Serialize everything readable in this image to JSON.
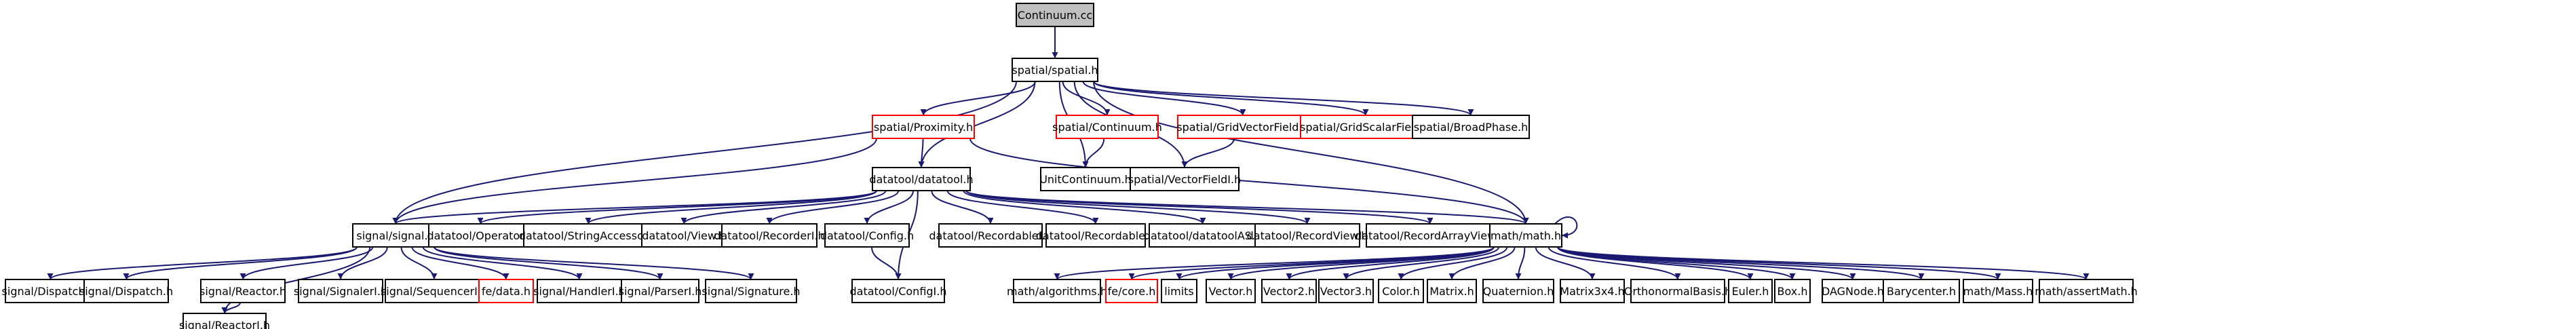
{
  "graph": {
    "edge_color": "#191970",
    "missing_border_color": "#ff0000",
    "root_fill": "#bfbfbf",
    "nodes": [
      {
        "id": "continuum_cc",
        "label": "Continuum.cc",
        "root": true
      },
      {
        "id": "spatial_h",
        "label": "spatial/spatial.h"
      },
      {
        "id": "proximity_h",
        "label": "spatial/Proximity.h",
        "missing": true
      },
      {
        "id": "sp_continuum_h",
        "label": "spatial/Continuum.h",
        "missing": true
      },
      {
        "id": "gridvector_h",
        "label": "spatial/GridVectorField.h",
        "missing": true
      },
      {
        "id": "gridscalar_h",
        "label": "spatial/GridScalarField.h",
        "missing": true
      },
      {
        "id": "broadphase_h",
        "label": "spatial/BroadPhase.h"
      },
      {
        "id": "datatool_h",
        "label": "datatool/datatool.h"
      },
      {
        "id": "unitcontinuum_h",
        "label": "UnitContinuum.h"
      },
      {
        "id": "vectorfieldi_h",
        "label": "spatial/VectorFieldI.h"
      },
      {
        "id": "signal_h",
        "label": "signal/signal.h"
      },
      {
        "id": "operator_h",
        "label": "datatool/Operator.h"
      },
      {
        "id": "stringaccessor_h",
        "label": "datatool/StringAccessor.h"
      },
      {
        "id": "view_h",
        "label": "datatool/View.h"
      },
      {
        "id": "recorderi_h",
        "label": "datatool/RecorderI.h"
      },
      {
        "id": "config_h",
        "label": "datatool/Config.h"
      },
      {
        "id": "recordablei_h",
        "label": "datatool/RecordableI.h"
      },
      {
        "id": "recordable_h",
        "label": "datatool/Recordable.h"
      },
      {
        "id": "datatoolas_h",
        "label": "datatool/datatoolAS.h"
      },
      {
        "id": "recordview_h",
        "label": "datatool/RecordView.h"
      },
      {
        "id": "recordarrayview_h",
        "label": "datatool/RecordArrayView.h"
      },
      {
        "id": "math_h",
        "label": "math/math.h"
      },
      {
        "id": "configi_h",
        "label": "datatool/ConfigI.h"
      },
      {
        "id": "dispatchi_h",
        "label": "signal/DispatchI.h"
      },
      {
        "id": "dispatch_h",
        "label": "signal/Dispatch.h"
      },
      {
        "id": "reactor_h",
        "label": "signal/Reactor.h"
      },
      {
        "id": "signaleri_h",
        "label": "signal/SignalerI.h"
      },
      {
        "id": "sequenceri_h",
        "label": "signal/SequencerI.h"
      },
      {
        "id": "fe_data_h",
        "label": "fe/data.h",
        "missing": true
      },
      {
        "id": "handleri_h",
        "label": "signal/HandlerI.h"
      },
      {
        "id": "parseri_h",
        "label": "signal/ParserI.h"
      },
      {
        "id": "signature_h",
        "label": "signal/Signature.h"
      },
      {
        "id": "reactori_h",
        "label": "signal/ReactorI.h"
      },
      {
        "id": "algorithms_h",
        "label": "math/algorithms.h"
      },
      {
        "id": "fe_core_h",
        "label": "fe/core.h",
        "missing": true
      },
      {
        "id": "limits",
        "label": "limits",
        "plain": true
      },
      {
        "id": "vector_h",
        "label": "Vector.h"
      },
      {
        "id": "vector2_h",
        "label": "Vector2.h"
      },
      {
        "id": "vector3_h",
        "label": "Vector3.h"
      },
      {
        "id": "color_h",
        "label": "Color.h"
      },
      {
        "id": "matrix_h",
        "label": "Matrix.h"
      },
      {
        "id": "quaternion_h",
        "label": "Quaternion.h"
      },
      {
        "id": "matrix3x4_h",
        "label": "Matrix3x4.h"
      },
      {
        "id": "orthonormal_h",
        "label": "OrthonormalBasis.h"
      },
      {
        "id": "euler_h",
        "label": "Euler.h"
      },
      {
        "id": "box_h",
        "label": "Box.h"
      },
      {
        "id": "dagnode_h",
        "label": "DAGNode.h"
      },
      {
        "id": "barycenter_h",
        "label": "Barycenter.h"
      },
      {
        "id": "mass_h",
        "label": "math/Mass.h"
      },
      {
        "id": "assertmath_h",
        "label": "math/assertMath.h"
      }
    ],
    "edges": [
      [
        "continuum_cc",
        "spatial_h"
      ],
      [
        "spatial_h",
        "proximity_h"
      ],
      [
        "spatial_h",
        "sp_continuum_h"
      ],
      [
        "spatial_h",
        "gridvector_h"
      ],
      [
        "spatial_h",
        "gridscalar_h"
      ],
      [
        "spatial_h",
        "broadphase_h"
      ],
      [
        "spatial_h",
        "datatool_h"
      ],
      [
        "spatial_h",
        "unitcontinuum_h"
      ],
      [
        "spatial_h",
        "vectorfieldi_h"
      ],
      [
        "spatial_h",
        "signal_h"
      ],
      [
        "spatial_h",
        "math_h"
      ],
      [
        "proximity_h",
        "datatool_h"
      ],
      [
        "proximity_h",
        "signal_h"
      ],
      [
        "proximity_h",
        "math_h"
      ],
      [
        "sp_continuum_h",
        "unitcontinuum_h"
      ],
      [
        "gridvector_h",
        "vectorfieldi_h"
      ],
      [
        "datatool_h",
        "signal_h"
      ],
      [
        "datatool_h",
        "operator_h"
      ],
      [
        "datatool_h",
        "stringaccessor_h"
      ],
      [
        "datatool_h",
        "view_h"
      ],
      [
        "datatool_h",
        "recorderi_h"
      ],
      [
        "datatool_h",
        "config_h"
      ],
      [
        "datatool_h",
        "configi_h"
      ],
      [
        "datatool_h",
        "recordablei_h"
      ],
      [
        "datatool_h",
        "recordable_h"
      ],
      [
        "datatool_h",
        "datatoolas_h"
      ],
      [
        "datatool_h",
        "recordview_h"
      ],
      [
        "datatool_h",
        "recordarrayview_h"
      ],
      [
        "datatool_h",
        "math_h"
      ],
      [
        "config_h",
        "configi_h"
      ],
      [
        "signal_h",
        "dispatchi_h"
      ],
      [
        "signal_h",
        "dispatch_h"
      ],
      [
        "signal_h",
        "reactor_h"
      ],
      [
        "signal_h",
        "signaleri_h"
      ],
      [
        "signal_h",
        "sequenceri_h"
      ],
      [
        "signal_h",
        "fe_data_h"
      ],
      [
        "signal_h",
        "handleri_h"
      ],
      [
        "signal_h",
        "parseri_h"
      ],
      [
        "signal_h",
        "signature_h"
      ],
      [
        "signal_h",
        "reactori_h"
      ],
      [
        "reactor_h",
        "reactori_h"
      ],
      [
        "math_h",
        "math_h"
      ],
      [
        "math_h",
        "algorithms_h"
      ],
      [
        "math_h",
        "fe_core_h"
      ],
      [
        "math_h",
        "limits"
      ],
      [
        "math_h",
        "vector_h"
      ],
      [
        "math_h",
        "vector2_h"
      ],
      [
        "math_h",
        "vector3_h"
      ],
      [
        "math_h",
        "color_h"
      ],
      [
        "math_h",
        "matrix_h"
      ],
      [
        "math_h",
        "quaternion_h"
      ],
      [
        "math_h",
        "matrix3x4_h"
      ],
      [
        "math_h",
        "orthonormal_h"
      ],
      [
        "math_h",
        "euler_h"
      ],
      [
        "math_h",
        "box_h"
      ],
      [
        "math_h",
        "dagnode_h"
      ],
      [
        "math_h",
        "barycenter_h"
      ],
      [
        "math_h",
        "mass_h"
      ],
      [
        "math_h",
        "assertmath_h"
      ]
    ]
  }
}
